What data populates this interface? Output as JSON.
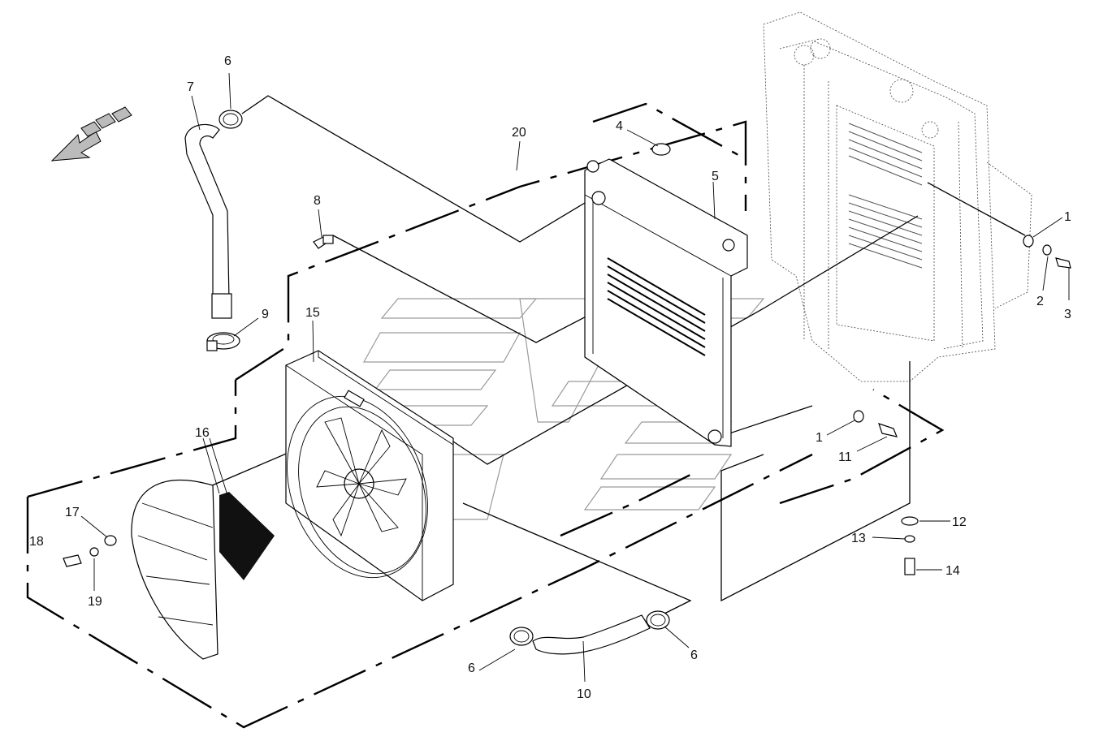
{
  "callouts": [
    {
      "id": "c1a",
      "text": "1"
    },
    {
      "id": "c1b",
      "text": "1"
    },
    {
      "id": "c2",
      "text": "2"
    },
    {
      "id": "c3",
      "text": "3"
    },
    {
      "id": "c4",
      "text": "4"
    },
    {
      "id": "c5",
      "text": "5"
    },
    {
      "id": "c6a",
      "text": "6"
    },
    {
      "id": "c6b",
      "text": "6"
    },
    {
      "id": "c6c",
      "text": "6"
    },
    {
      "id": "c7",
      "text": "7"
    },
    {
      "id": "c8",
      "text": "8"
    },
    {
      "id": "c9",
      "text": "9"
    },
    {
      "id": "c10",
      "text": "10"
    },
    {
      "id": "c11",
      "text": "11"
    },
    {
      "id": "c12",
      "text": "12"
    },
    {
      "id": "c13",
      "text": "13"
    },
    {
      "id": "c14",
      "text": "14"
    },
    {
      "id": "c15",
      "text": "15"
    },
    {
      "id": "c16",
      "text": "16"
    },
    {
      "id": "c17",
      "text": "17"
    },
    {
      "id": "c18",
      "text": "18"
    },
    {
      "id": "c19",
      "text": "19"
    },
    {
      "id": "c20",
      "text": "20"
    }
  ],
  "colors": {
    "line": "#000000",
    "watermark": "#9a9a9a",
    "background": "#ffffff"
  },
  "icons": [
    "direction-arrow-icon"
  ]
}
